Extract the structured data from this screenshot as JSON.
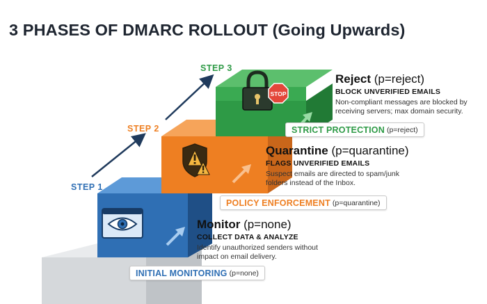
{
  "title": "3 PHASES OF DMARC ROLLOUT (Going Upwards)",
  "colors": {
    "blue": "#2f6fb4",
    "orange": "#ee7f22",
    "green": "#2e9a46",
    "gray": "#cfd3d6",
    "title": "#1e2530"
  },
  "steps": [
    {
      "label": "STEP 1",
      "name": "Monitor",
      "policy": "(p=none)",
      "subtitle": "COLLECT DATA & ANALYZE",
      "desc_line1": "Identify unauthorized senders without",
      "desc_line2": "impact on email delivery.",
      "tag": "INITIAL MONITORING",
      "tag_note": "(p=none)",
      "icon": "eye-icon"
    },
    {
      "label": "STEP 2",
      "name": "Quarantine",
      "policy": "(p=quarantine)",
      "subtitle": "FLAGS UNVERIFIED EMAILS",
      "desc_line1": "Suspect emails are directed to spam/junk",
      "desc_line2": "folders instead of the Inbox.",
      "tag": "POLICY ENFORCEMENT",
      "tag_note": "(p=quarantine)",
      "icon": "warning-shield-icon"
    },
    {
      "label": "STEP 3",
      "name": "Reject",
      "policy": "(p=reject)",
      "subtitle": "BLOCK UNVERIFIED EMAILS",
      "desc_line1": "Non-compliant messages are blocked by",
      "desc_line2": "receiving servers; max domain security.",
      "tag": "STRICT PROTECTION",
      "tag_note": "(p=reject)",
      "icon": "padlock-icon",
      "badge": "STOP"
    }
  ]
}
